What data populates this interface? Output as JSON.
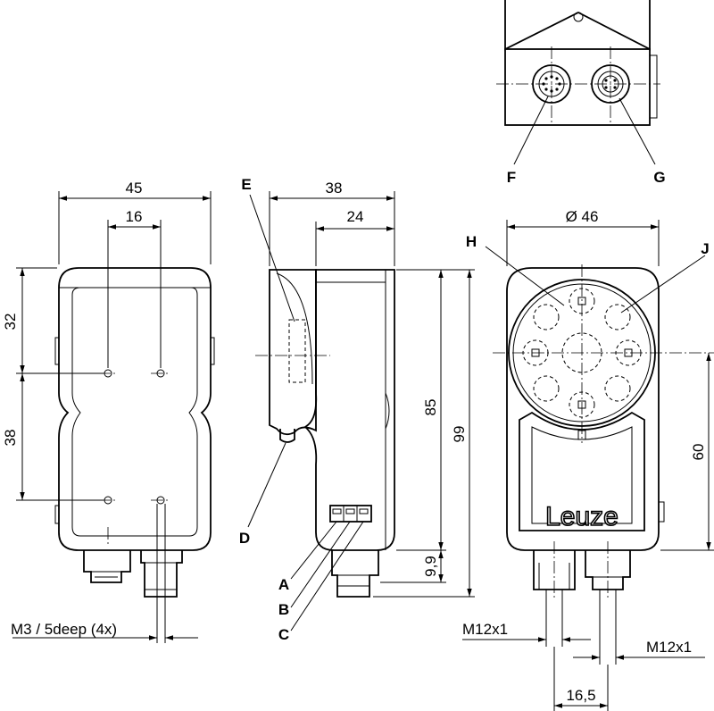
{
  "drawing": {
    "brand_logo": "Leuze",
    "front_view": {
      "width": "45",
      "hole_spacing_h": "16",
      "hole_offset_v": "32",
      "hole_spacing_v": "38",
      "thread_note": "M3 / 5deep (4x)"
    },
    "side_view": {
      "depth_total": "38",
      "depth_body": "24",
      "height_body": "85",
      "height_total": "99",
      "connector_offset": "9,9"
    },
    "rear_view": {
      "diameter": "Ø 46",
      "height_to_center": "60",
      "connector_thread_left": "M12x1",
      "connector_thread_right": "M12x1",
      "connector_spacing": "16,5"
    },
    "callouts": {
      "A": "A",
      "B": "B",
      "C": "C",
      "D": "D",
      "E": "E",
      "F": "F",
      "G": "G",
      "H": "H",
      "J": "J"
    }
  }
}
